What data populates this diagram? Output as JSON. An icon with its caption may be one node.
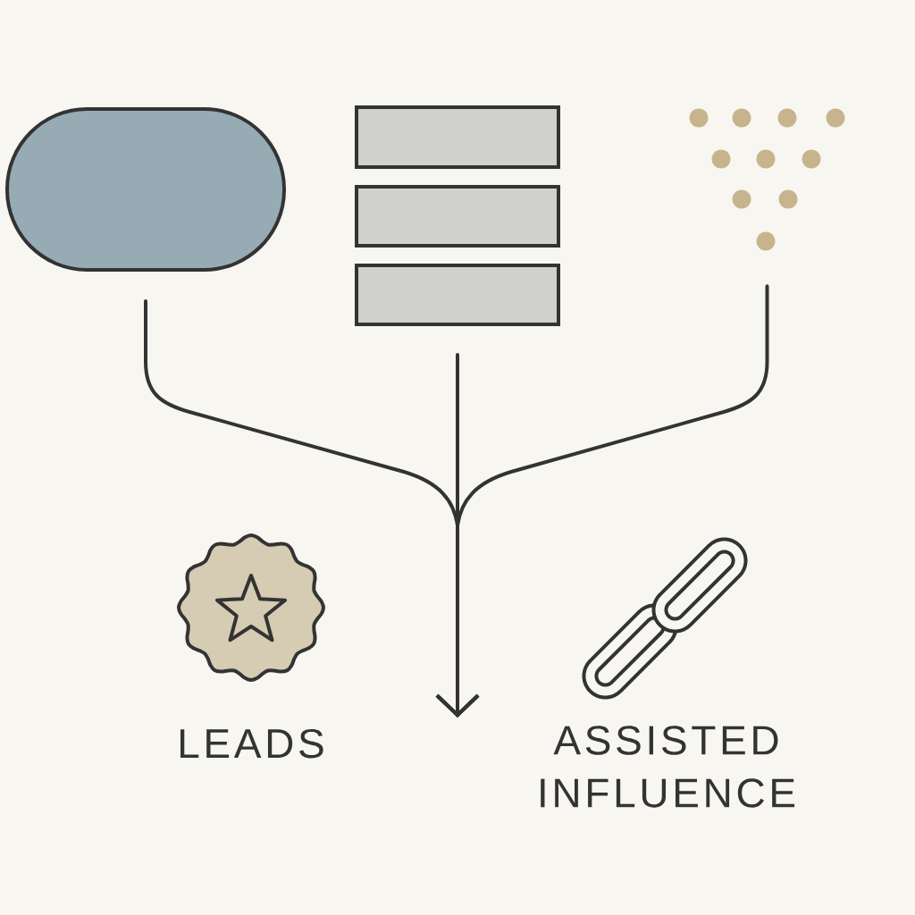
{
  "diagram": {
    "nodes": [
      {
        "text": [],
        "shape": "pill"
      },
      {
        "text": [],
        "shape": "bar"
      },
      {
        "text": [],
        "shape": "bar"
      },
      {
        "text": [],
        "shape": "bar"
      },
      {
        "text": [],
        "shape": "dots"
      }
    ],
    "edges": [
      {
        "from": 0,
        "to": null,
        "arrow": "to"
      },
      {
        "from": 3,
        "to": null,
        "arrow": "to"
      },
      {
        "from": 4,
        "to": null,
        "arrow": "to"
      }
    ],
    "labels": [
      "LEADS",
      "ASSISTED INFLUENCE"
    ]
  }
}
